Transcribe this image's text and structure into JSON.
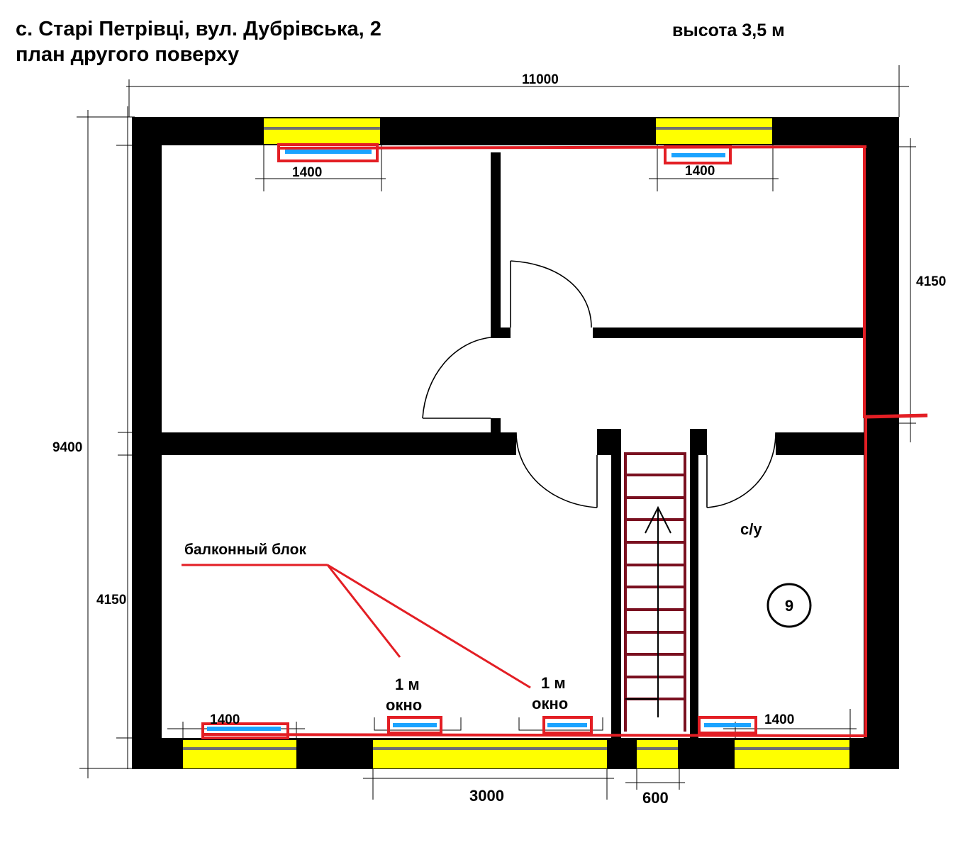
{
  "header": {
    "address": "с. Старі Петрівці, вул. Дубрівська, 2",
    "plan_title": "план  другого поверху",
    "height_note": "высота 3,5 м"
  },
  "dimensions": {
    "total_width": "11000",
    "total_height": "9400",
    "right_upper": "4150",
    "left_lower": "4150",
    "window_top_left": "1400",
    "window_top_right": "1400",
    "window_bottom_left": "1400",
    "window_bottom_right": "1400",
    "balcony_width": "3000",
    "small_window": "600"
  },
  "labels": {
    "balcony_block": "балконный блок",
    "one_meter_left": "1 м",
    "window_left": "окно",
    "one_meter_right": "1 м",
    "window_right": "окно",
    "bathroom": "с/у",
    "room_number": "9"
  },
  "colors": {
    "wall": "#000000",
    "window_fill": "#ffff00",
    "marking_red": "#e31e24",
    "glass_blue": "#1aa3ff",
    "stair": "#7a1020"
  }
}
